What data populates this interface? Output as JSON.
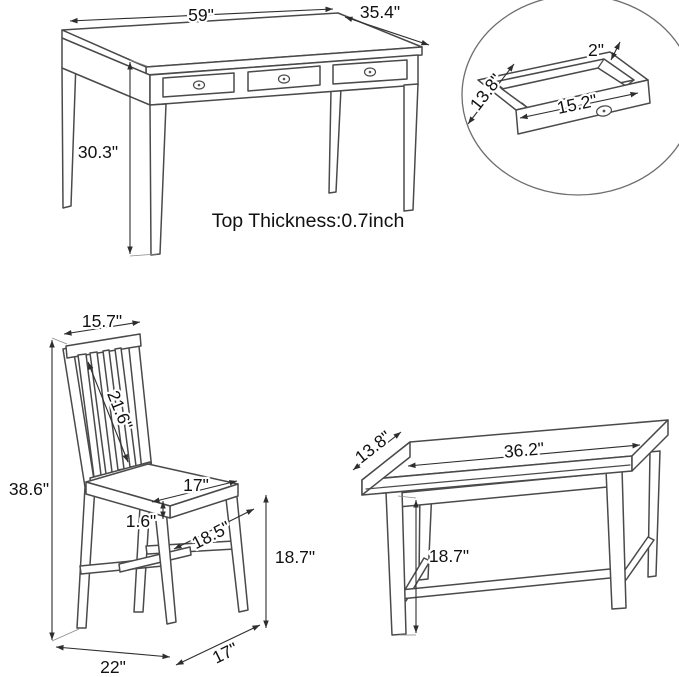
{
  "table": {
    "width": "59\"",
    "depth": "35.4\"",
    "height": "30.3\"",
    "top_thickness": "Top Thickness:0.7inch"
  },
  "drawer_detail": {
    "lip_height": "2\"",
    "depth": "13.8\"",
    "width": "15.2\""
  },
  "chair": {
    "back_top_width": "15.7\"",
    "backrest_height": "21.6\"",
    "total_height": "38.6\"",
    "seat_front_width": "17\"",
    "seat_thickness": "1.6\"",
    "seat_depth": "18.5\"",
    "seat_height": "18.7\"",
    "base_depth": "22\"",
    "base_width": "17\""
  },
  "bench": {
    "depth": "13.8\"",
    "width": "36.2\"",
    "height": "18.7\""
  }
}
